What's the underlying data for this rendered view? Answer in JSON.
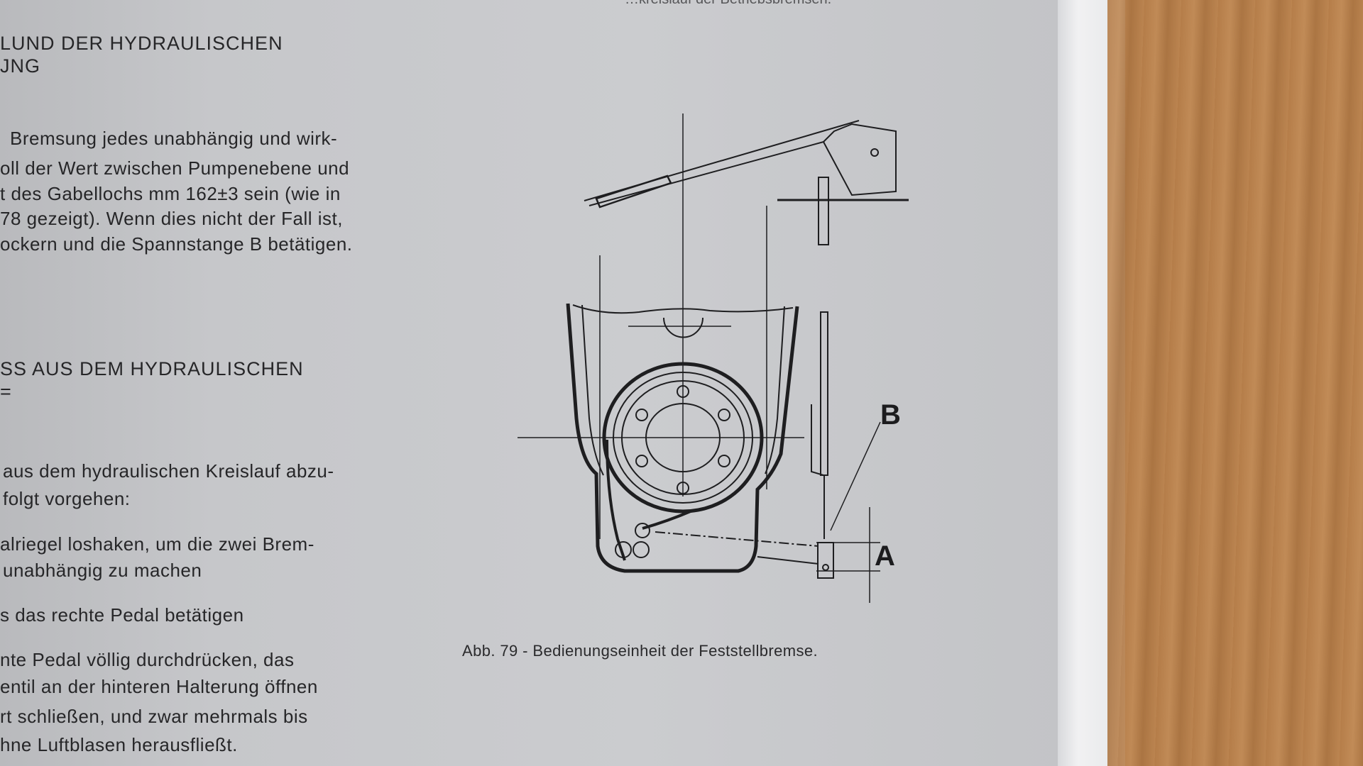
{
  "top_fragment": "…kreislauf der Betriebsbremsen.",
  "section1": {
    "heading": [
      "LUND DER HYDRAULISCHEN",
      "JNG"
    ],
    "paragraph": [
      "Bremsung jedes unabhängig und wirk-",
      "oll der Wert zwischen Pumpenebene und",
      "t des Gabellochs mm 162±3 sein (wie in",
      " 78 gezeigt). Wenn dies nicht der Fall ist,",
      "ockern und die Spannstange B betätigen."
    ]
  },
  "section2": {
    "heading": [
      "SS AUS DEM HYDRAULISCHEN",
      "="
    ],
    "intro": [
      "aus dem hydraulischen Kreislauf abzu-",
      "folgt vorgehen:"
    ],
    "step1": [
      "alriegel loshaken, um die zwei Brem-",
      "unabhängig zu machen"
    ],
    "step2": [
      "s das rechte Pedal betätigen"
    ],
    "step3": [
      "nte Pedal völlig durchdrücken, das",
      "entil an der hinteren Halterung öffnen",
      "rt schließen, und zwar mehrmals bis",
      "hne Luftblasen herausfließt."
    ]
  },
  "figure": {
    "caption": "Abb. 79 - Bedienungseinheit der Feststellbremse.",
    "labels": {
      "a": "A",
      "b": "B"
    }
  }
}
